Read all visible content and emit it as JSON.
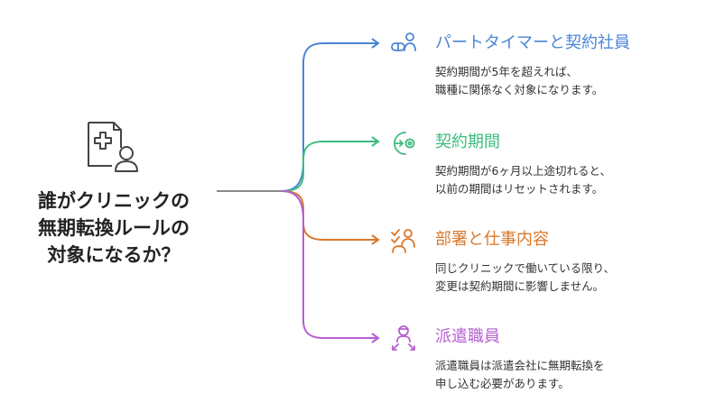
{
  "central": {
    "title_lines": [
      "誰がクリニックの",
      "無期転換ルールの",
      "対象になるか？"
    ],
    "icon": "clinic-person-icon"
  },
  "branches": [
    {
      "title": "パートタイマーと契約社員",
      "desc_lines": [
        "契約期間が5年を超えれば、",
        "職種に関係なく対象になります。"
      ],
      "color": "#4a86d4",
      "icon": "pill-person-icon"
    },
    {
      "title": "契約期間",
      "desc_lines": [
        "契約期間が6ヶ月以上途切れると、",
        "以前の期間はリセットされます。"
      ],
      "color": "#3dbb7e",
      "icon": "arrow-into-target-icon"
    },
    {
      "title": "部署と仕事内容",
      "desc_lines": [
        "同じクリニックで働いている限り、",
        "変更は契約期間に影響しません。"
      ],
      "color": "#d9782c",
      "icon": "team-task-icon"
    },
    {
      "title": "派遣職員",
      "desc_lines": [
        "派遣職員は派遣会社に無期転換を",
        "申し込む必要があります。"
      ],
      "color": "#b55fd1",
      "icon": "dispatched-worker-icon"
    }
  ]
}
